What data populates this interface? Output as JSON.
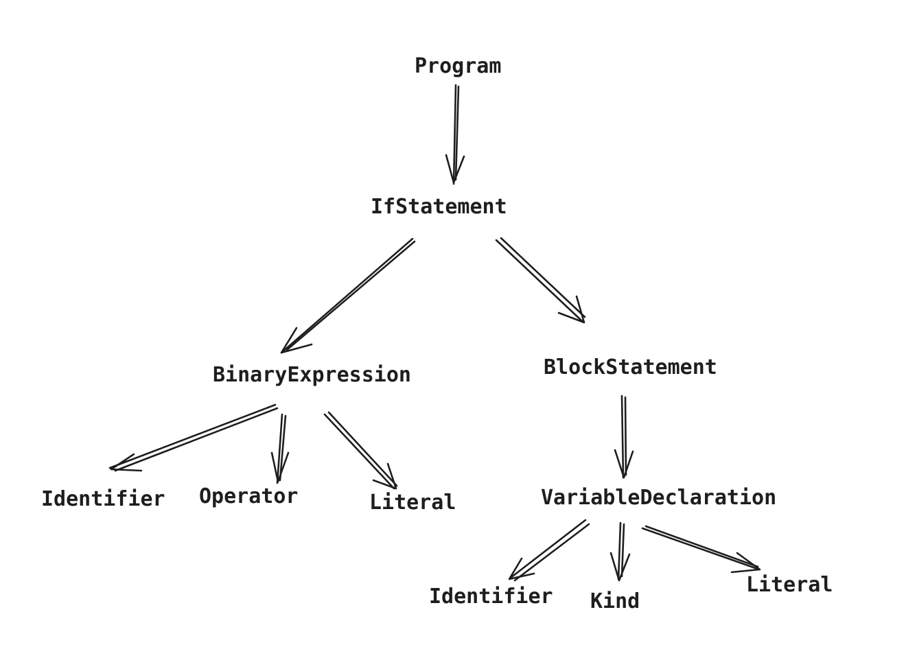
{
  "diagram": {
    "nodes": {
      "program": "Program",
      "if_statement": "IfStatement",
      "binary_expression": "BinaryExpression",
      "block_statement": "BlockStatement",
      "identifier_left": "Identifier",
      "operator": "Operator",
      "literal_left": "Literal",
      "variable_declaration": "VariableDeclaration",
      "identifier_right": "Identifier",
      "kind": "Kind",
      "literal_right": "Literal"
    },
    "edges": [
      {
        "from": "Program",
        "to": "IfStatement"
      },
      {
        "from": "IfStatement",
        "to": "BinaryExpression"
      },
      {
        "from": "IfStatement",
        "to": "BlockStatement"
      },
      {
        "from": "BinaryExpression",
        "to": "Identifier"
      },
      {
        "from": "BinaryExpression",
        "to": "Operator"
      },
      {
        "from": "BinaryExpression",
        "to": "Literal"
      },
      {
        "from": "BlockStatement",
        "to": "VariableDeclaration"
      },
      {
        "from": "VariableDeclaration",
        "to": "Identifier"
      },
      {
        "from": "VariableDeclaration",
        "to": "Kind"
      },
      {
        "from": "VariableDeclaration",
        "to": "Literal"
      }
    ],
    "stroke_color": "#1e1e1e",
    "background_color": "#ffffff"
  }
}
